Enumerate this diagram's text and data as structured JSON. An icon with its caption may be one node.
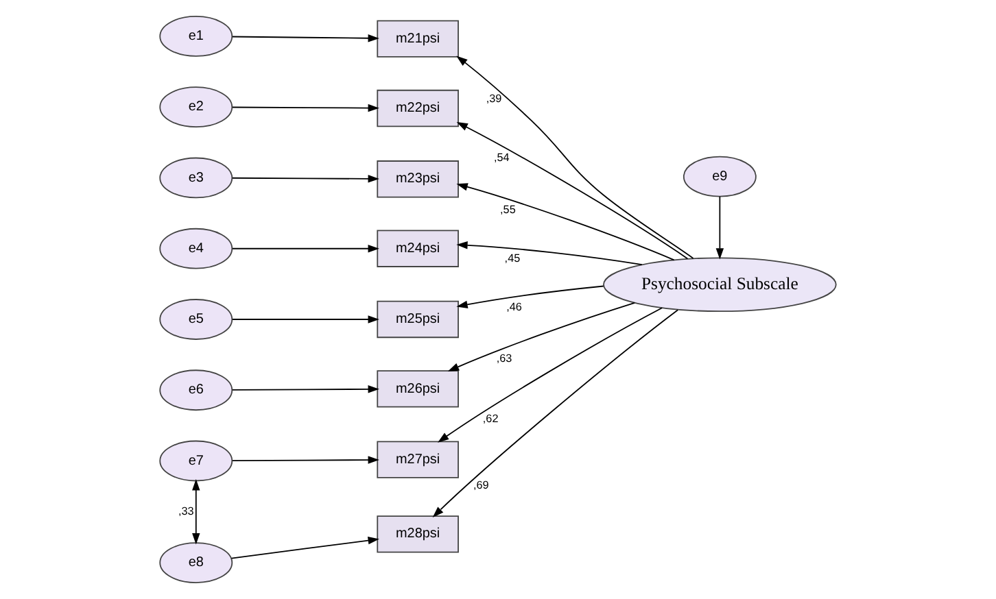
{
  "diagram": {
    "nodes": [
      {
        "text": [
          "e1"
        ]
      },
      {
        "text": [
          "e2"
        ]
      },
      {
        "text": [
          "e3"
        ]
      },
      {
        "text": [
          "e4"
        ]
      },
      {
        "text": [
          "e5"
        ]
      },
      {
        "text": [
          "e6"
        ]
      },
      {
        "text": [
          "e7"
        ]
      },
      {
        "text": [
          "e8"
        ]
      },
      {
        "text": [
          "m21psi"
        ]
      },
      {
        "text": [
          "m22psi"
        ]
      },
      {
        "text": [
          "m23psi"
        ]
      },
      {
        "text": [
          "m24psi"
        ]
      },
      {
        "text": [
          "m25psi"
        ]
      },
      {
        "text": [
          "m26psi"
        ]
      },
      {
        "text": [
          "m27psi"
        ]
      },
      {
        "text": [
          "m28psi"
        ]
      },
      {
        "text": [
          "e9"
        ]
      },
      {
        "text": [
          "Psychosocial Subscale"
        ]
      }
    ],
    "edges": [
      {
        "from": 0,
        "to": 8,
        "arrow": "to"
      },
      {
        "from": 1,
        "to": 9,
        "arrow": "to"
      },
      {
        "from": 2,
        "to": 10,
        "arrow": "to"
      },
      {
        "from": 3,
        "to": 11,
        "arrow": "to"
      },
      {
        "from": 4,
        "to": 12,
        "arrow": "to"
      },
      {
        "from": 5,
        "to": 13,
        "arrow": "to"
      },
      {
        "from": 6,
        "to": 14,
        "arrow": "to"
      },
      {
        "from": 7,
        "to": 15,
        "arrow": "to"
      },
      {
        "from": 16,
        "to": 17,
        "arrow": "to"
      },
      {
        "from": 17,
        "to": 8,
        "arrow": "to",
        "label": ",39"
      },
      {
        "from": 17,
        "to": 9,
        "arrow": "to",
        "label": ",54"
      },
      {
        "from": 17,
        "to": 10,
        "arrow": "to",
        "label": ",55"
      },
      {
        "from": 17,
        "to": 11,
        "arrow": "to",
        "label": ",45"
      },
      {
        "from": 17,
        "to": 12,
        "arrow": "to",
        "label": ",46"
      },
      {
        "from": 17,
        "to": 13,
        "arrow": "to",
        "label": ",63"
      },
      {
        "from": 17,
        "to": 14,
        "arrow": "to",
        "label": ",62"
      },
      {
        "from": 17,
        "to": 15,
        "arrow": "to",
        "label": ",69"
      },
      {
        "from": 6,
        "to": 7,
        "arrow": "both",
        "label": ",33"
      }
    ]
  }
}
